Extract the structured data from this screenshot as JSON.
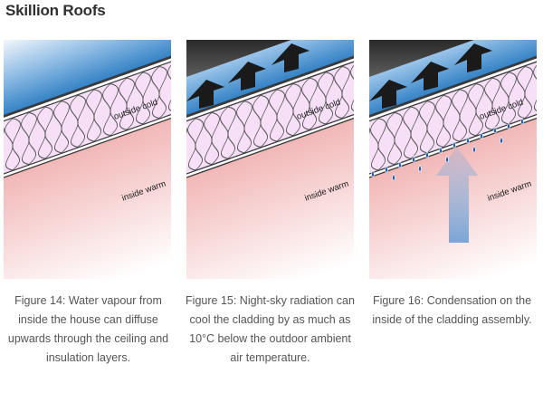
{
  "page": {
    "title": "Skillion Roofs"
  },
  "labels": {
    "outside": "outside cold",
    "inside": "inside warm"
  },
  "figures": [
    {
      "caption": "Figure 14: Water vapour from inside the house can diffuse upwards through the ceiling and insulation layers."
    },
    {
      "caption": "Figure 15: Night-sky radiation can cool the cladding by as much as 10°C below the outdoor ambient air temperature."
    },
    {
      "caption": "Figure 16: Condensation on the inside of the cladding assembly."
    }
  ],
  "colors": {
    "sky_blue": "#2f7fc4",
    "insulation_pink": "#f7e0f7",
    "inside_warm_pink": "#f2b7b7",
    "night_dark": "#333333"
  }
}
